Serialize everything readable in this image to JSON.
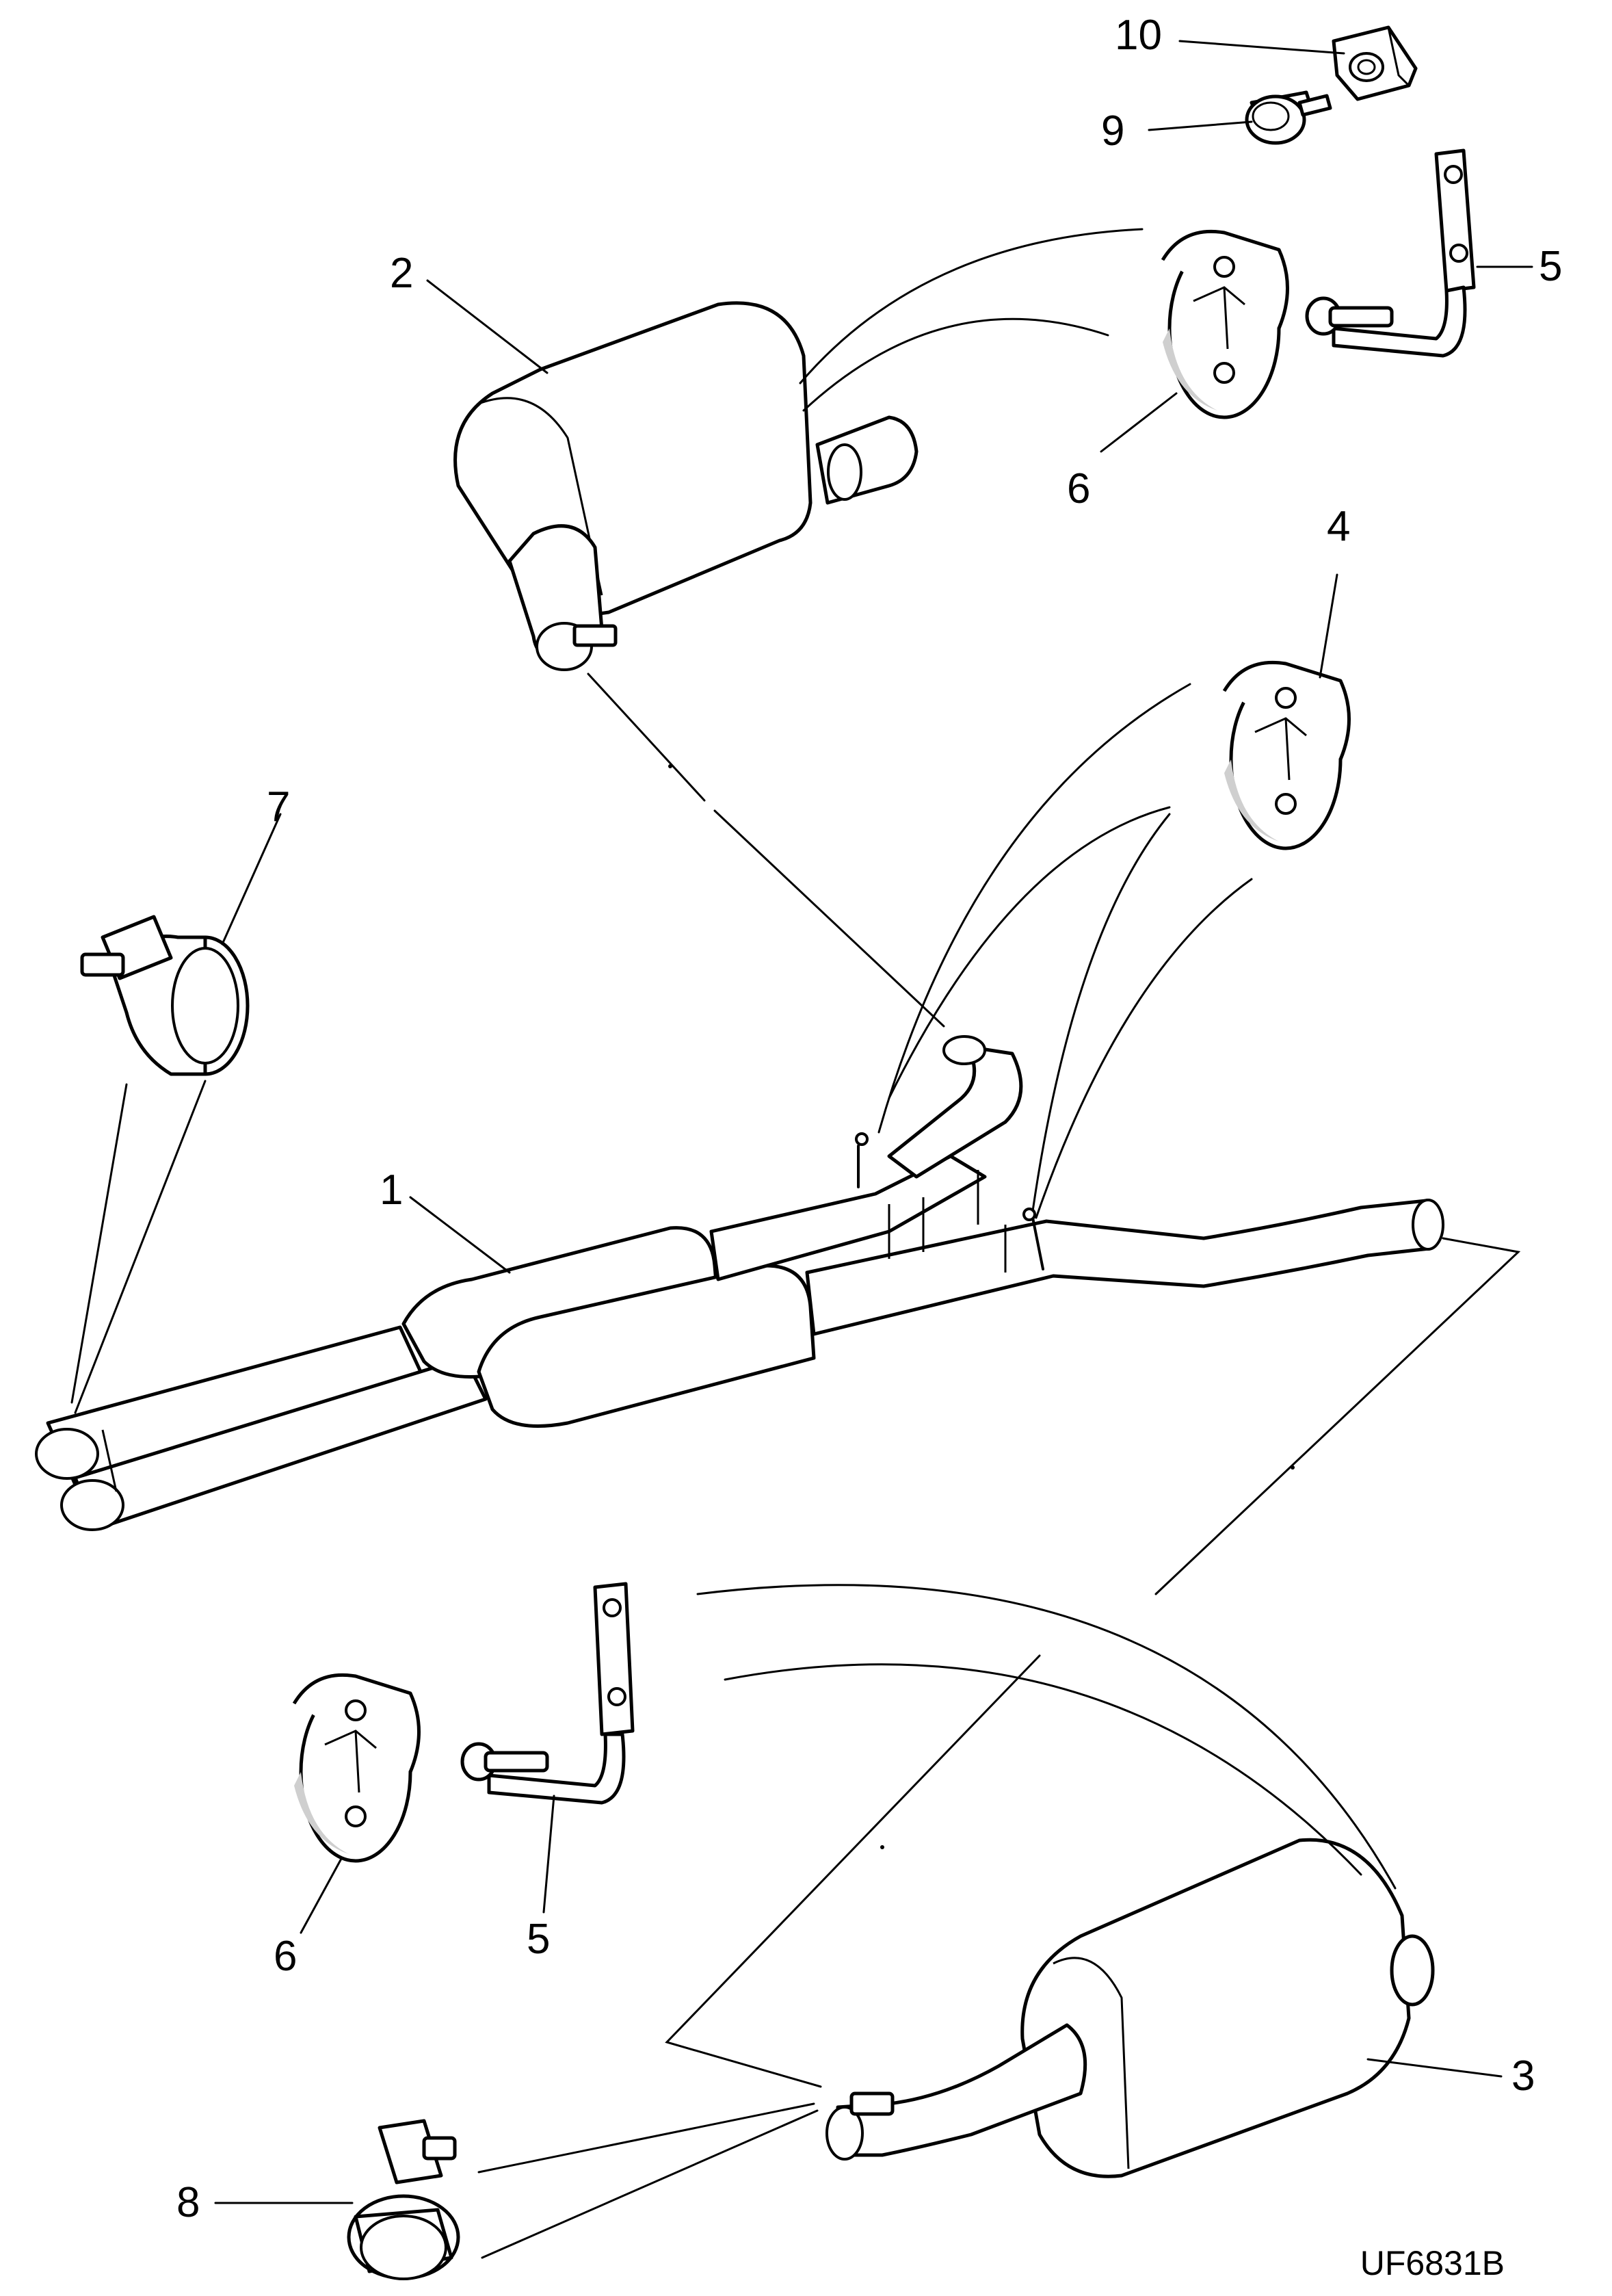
{
  "diagram": {
    "reference_code": "UF6831B",
    "callouts": {
      "c1": "1",
      "c2": "2",
      "c3": "3",
      "c4": "4",
      "c5a": "5",
      "c5b": "5",
      "c6a": "6",
      "c6b": "6",
      "c7": "7",
      "c8": "8",
      "c9": "9",
      "c10": "10"
    }
  }
}
